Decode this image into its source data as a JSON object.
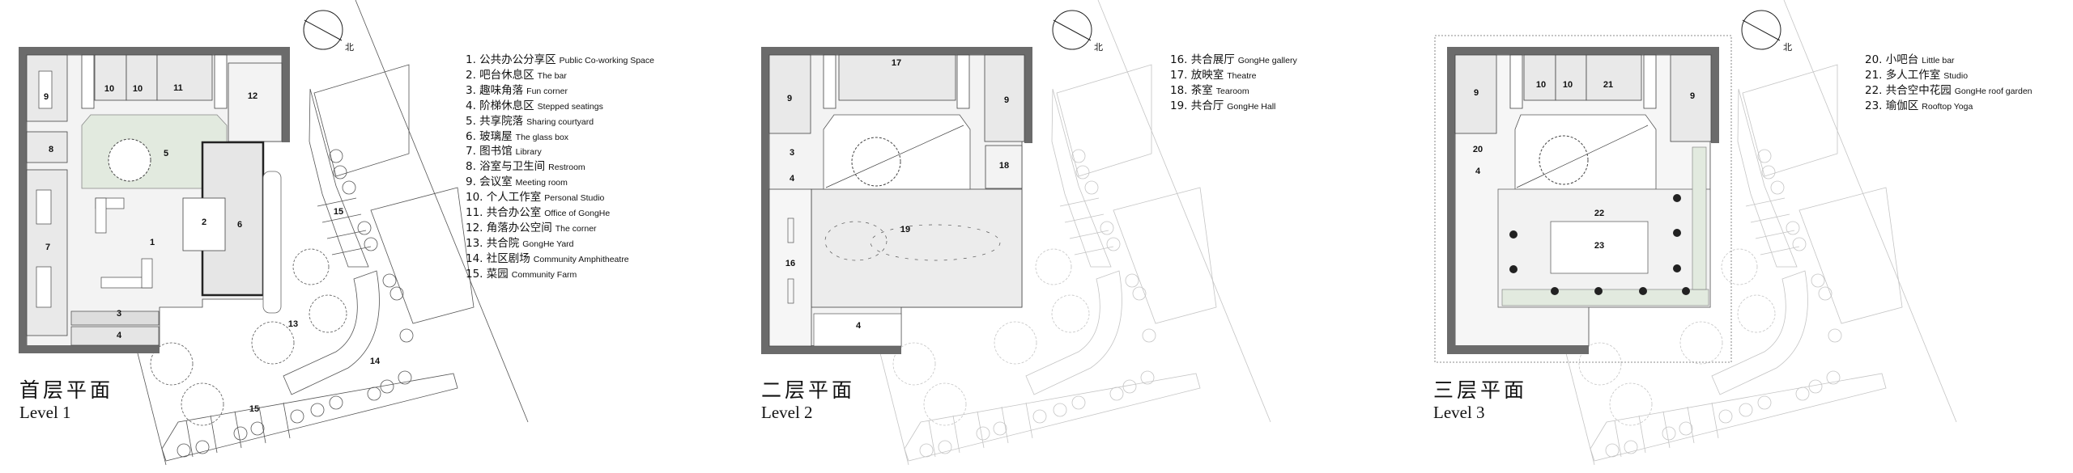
{
  "north_label": "北",
  "levels": [
    {
      "title_zh": "首层平面",
      "title_en": "Level 1",
      "room_numbers": [
        "1",
        "2",
        "3",
        "4",
        "5",
        "6",
        "7",
        "8",
        "9",
        "10",
        "10",
        "11",
        "12",
        "13",
        "14",
        "15",
        "15"
      ],
      "legend": [
        {
          "zh": "1. 公共办公分享区",
          "en": "Public Co-working Space"
        },
        {
          "zh": "2. 吧台休息区",
          "en": "The bar"
        },
        {
          "zh": "3. 趣味角落",
          "en": "Fun corner"
        },
        {
          "zh": "4. 阶梯休息区",
          "en": "Stepped seatings"
        },
        {
          "zh": "5. 共享院落",
          "en": "Sharing courtyard"
        },
        {
          "zh": "6. 玻璃屋",
          "en": "The glass box"
        },
        {
          "zh": "7. 图书馆",
          "en": "Library"
        },
        {
          "zh": "8. 浴室与卫生间",
          "en": "Restroom"
        },
        {
          "zh": "9. 会议室",
          "en": "Meeting room"
        },
        {
          "zh": "10. 个人工作室",
          "en": "Personal Studio"
        },
        {
          "zh": "11. 共合办公室",
          "en": "Office of GongHe"
        },
        {
          "zh": "12. 角落办公空间",
          "en": "The corner"
        },
        {
          "zh": "13. 共合院",
          "en": "GongHe Yard"
        },
        {
          "zh": "14. 社区剧场",
          "en": "Community Amphitheatre"
        },
        {
          "zh": "15. 菜园",
          "en": "Community Farm"
        }
      ]
    },
    {
      "title_zh": "二层平面",
      "title_en": "Level 2",
      "room_numbers": [
        "17",
        "9",
        "9",
        "3",
        "4",
        "18",
        "19",
        "16",
        "4"
      ],
      "legend": [
        {
          "zh": "16. 共合展厅",
          "en": "GongHe gallery"
        },
        {
          "zh": "17. 放映室",
          "en": "Theatre"
        },
        {
          "zh": "18. 茶室",
          "en": "Tearoom"
        },
        {
          "zh": "19. 共合厅",
          "en": "GongHe Hall"
        }
      ]
    },
    {
      "title_zh": "三层平面",
      "title_en": "Level 3",
      "room_numbers": [
        "9",
        "9",
        "10",
        "10",
        "21",
        "20",
        "4",
        "22",
        "23"
      ],
      "legend": [
        {
          "zh": "20. 小吧台",
          "en": "Little bar"
        },
        {
          "zh": "21. 多人工作室",
          "en": "Studio"
        },
        {
          "zh": "22. 共合空中花园",
          "en": "GongHe roof garden"
        },
        {
          "zh": "23. 瑜伽区",
          "en": "Rooftop Yoga"
        }
      ]
    }
  ],
  "colors": {
    "wall": "#6b6b6b",
    "floor": "#f2f2f2",
    "courtyard": "#e2eadf",
    "line": "#333333",
    "site": "#bbbbbb"
  }
}
